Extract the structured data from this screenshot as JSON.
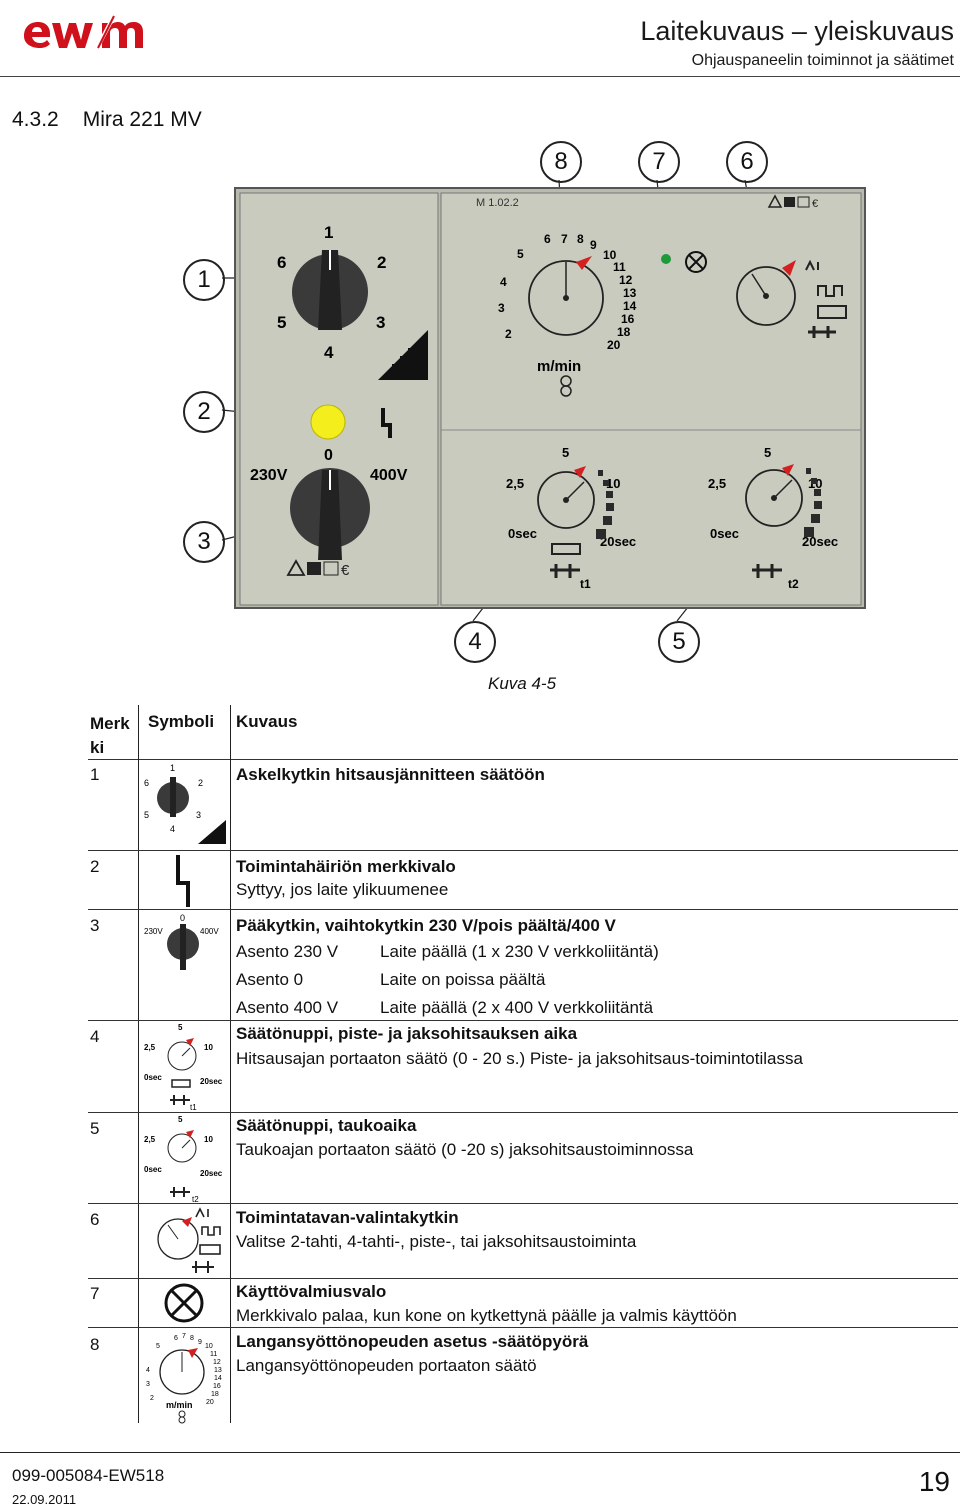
{
  "header": {
    "title": "Laitekuvaus – yleiskuvaus",
    "subtitle": "Ohjauspaneelin toiminnot ja säätimet"
  },
  "section": {
    "number": "4.3.2",
    "title": "Mira 221 MV"
  },
  "figure": {
    "caption": "Kuva 4-5",
    "callouts": [
      "1",
      "2",
      "3",
      "4",
      "5",
      "6",
      "7",
      "8"
    ],
    "panel": {
      "model_code": "M 1.02.2",
      "step_positions": [
        "1",
        "2",
        "3",
        "4",
        "5",
        "6"
      ],
      "main_switch": {
        "zero": "0",
        "left": "230V",
        "right": "400V"
      },
      "wire_dial_ticks": [
        "2",
        "3",
        "4",
        "5",
        "6",
        "7",
        "8",
        "9",
        "10",
        "11",
        "12",
        "13",
        "14",
        "16",
        "18",
        "20"
      ],
      "wire_unit": "m/min",
      "timer_labels": {
        "zero": "0sec",
        "a": "2,5",
        "b": "5",
        "c": "10",
        "max": "20sec"
      },
      "t1": "t1",
      "t2": "t2"
    }
  },
  "table": {
    "headers": {
      "mark": "Merk ki",
      "symbol": "Symboli",
      "desc": "Kuvaus"
    },
    "rows": [
      {
        "num": "1",
        "title": "Askelkytkin hitsausjännitteen säätöön"
      },
      {
        "num": "2",
        "title": "Toimintahäiriön merkkivalo",
        "text": "Syttyy, jos laite ylikuumenee"
      },
      {
        "num": "3",
        "title": "Pääkytkin, vaihtokytkin 230 V/pois päältä/400 V",
        "positions": [
          {
            "label": "Asento 230 V",
            "value": "Laite päällä (1 x 230 V verkkoliitäntä)"
          },
          {
            "label": "Asento 0",
            "value": "Laite on poissa päältä"
          },
          {
            "label": "Asento 400 V",
            "value": "Laite päällä (2 x 400 V verkkoliitäntä"
          }
        ]
      },
      {
        "num": "4",
        "title": "Säätönuppi, piste- ja jaksohitsauksen aika",
        "text": "Hitsausajan portaaton säätö (0 - 20 s.) Piste- ja jaksohitsaus-toimintotilassa"
      },
      {
        "num": "5",
        "title": "Säätönuppi, taukoaika",
        "text": "Taukoajan portaaton säätö (0 -20 s) jaksohitsaustoiminnossa"
      },
      {
        "num": "6",
        "title": "Toimintatavan-valintakytkin",
        "text": "Valitse 2-tahti, 4-tahti-, piste-, tai jaksohitsaustoiminta"
      },
      {
        "num": "7",
        "title": "Käyttövalmiusvalo",
        "text": "Merkkivalo palaa, kun kone on kytkettynä päälle ja valmis käyttöön"
      },
      {
        "num": "8",
        "title": "Langansyöttönopeuden asetus -säätöpyörä",
        "text": "Langansyöttönopeuden portaaton säätö"
      }
    ]
  },
  "footer": {
    "doc_code": "099-005084-EW518",
    "date": "22.09.2011",
    "page": "19"
  },
  "colors": {
    "panel": "#c9cbbf",
    "pointer": "#d42020",
    "ready_led": "#1d9a3a",
    "fault_led": "#f3ee1c"
  }
}
